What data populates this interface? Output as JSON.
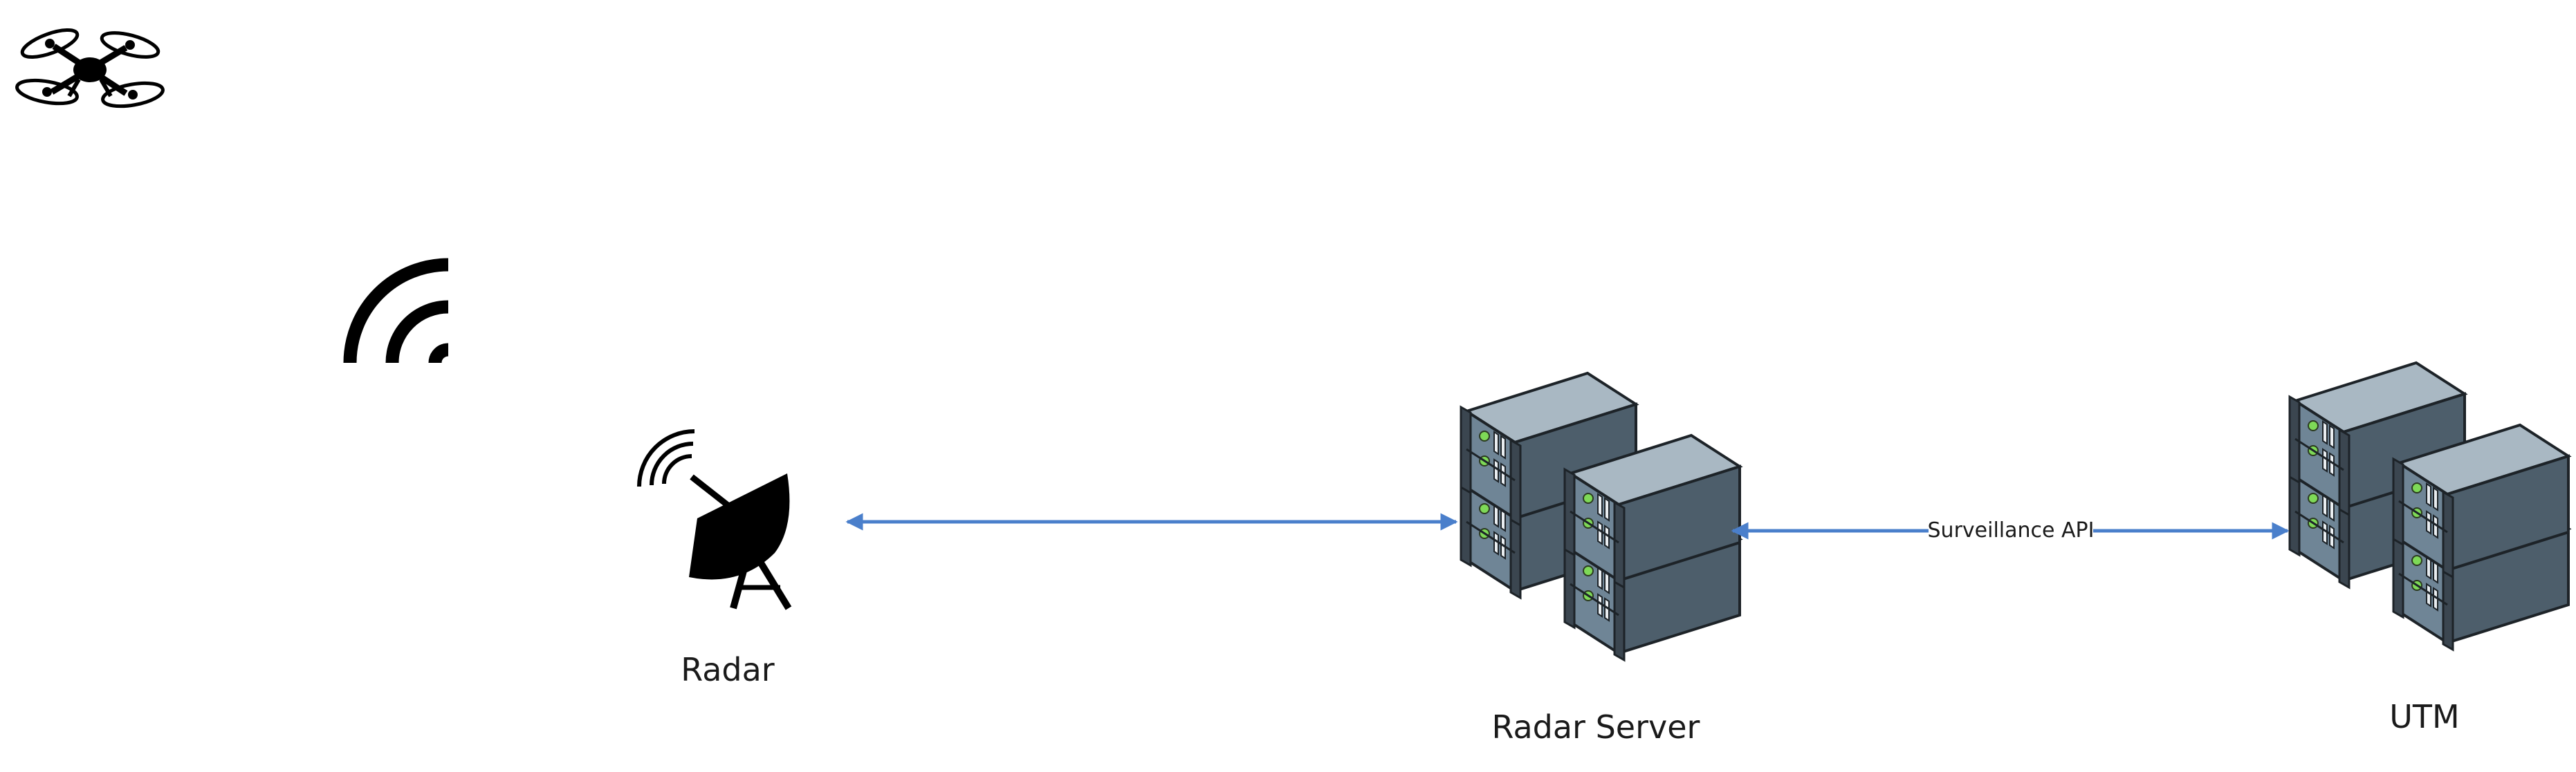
{
  "diagram": {
    "nodes": [
      {
        "id": "drone",
        "label": "",
        "icon": "drone-icon"
      },
      {
        "id": "signal",
        "label": "",
        "icon": "signal-waves-icon"
      },
      {
        "id": "radar",
        "label": "Radar",
        "icon": "radar-dish-icon"
      },
      {
        "id": "radar_server",
        "label": "Radar Server",
        "icon": "server-rack-icon"
      },
      {
        "id": "utm",
        "label": "UTM",
        "icon": "server-rack-icon"
      }
    ],
    "edges": [
      {
        "from": "radar",
        "to": "radar_server",
        "label": "",
        "direction": "both"
      },
      {
        "from": "radar_server",
        "to": "utm",
        "label": "Surveillance API",
        "direction": "both"
      }
    ],
    "colors": {
      "connector": "#4a7fcb",
      "server_front": "#6f8596",
      "server_top": "#a9b8c3",
      "server_side": "#4d5e6b",
      "server_led": "#7ed957",
      "icon_black": "#000000",
      "text": "#1a1a1a"
    }
  }
}
